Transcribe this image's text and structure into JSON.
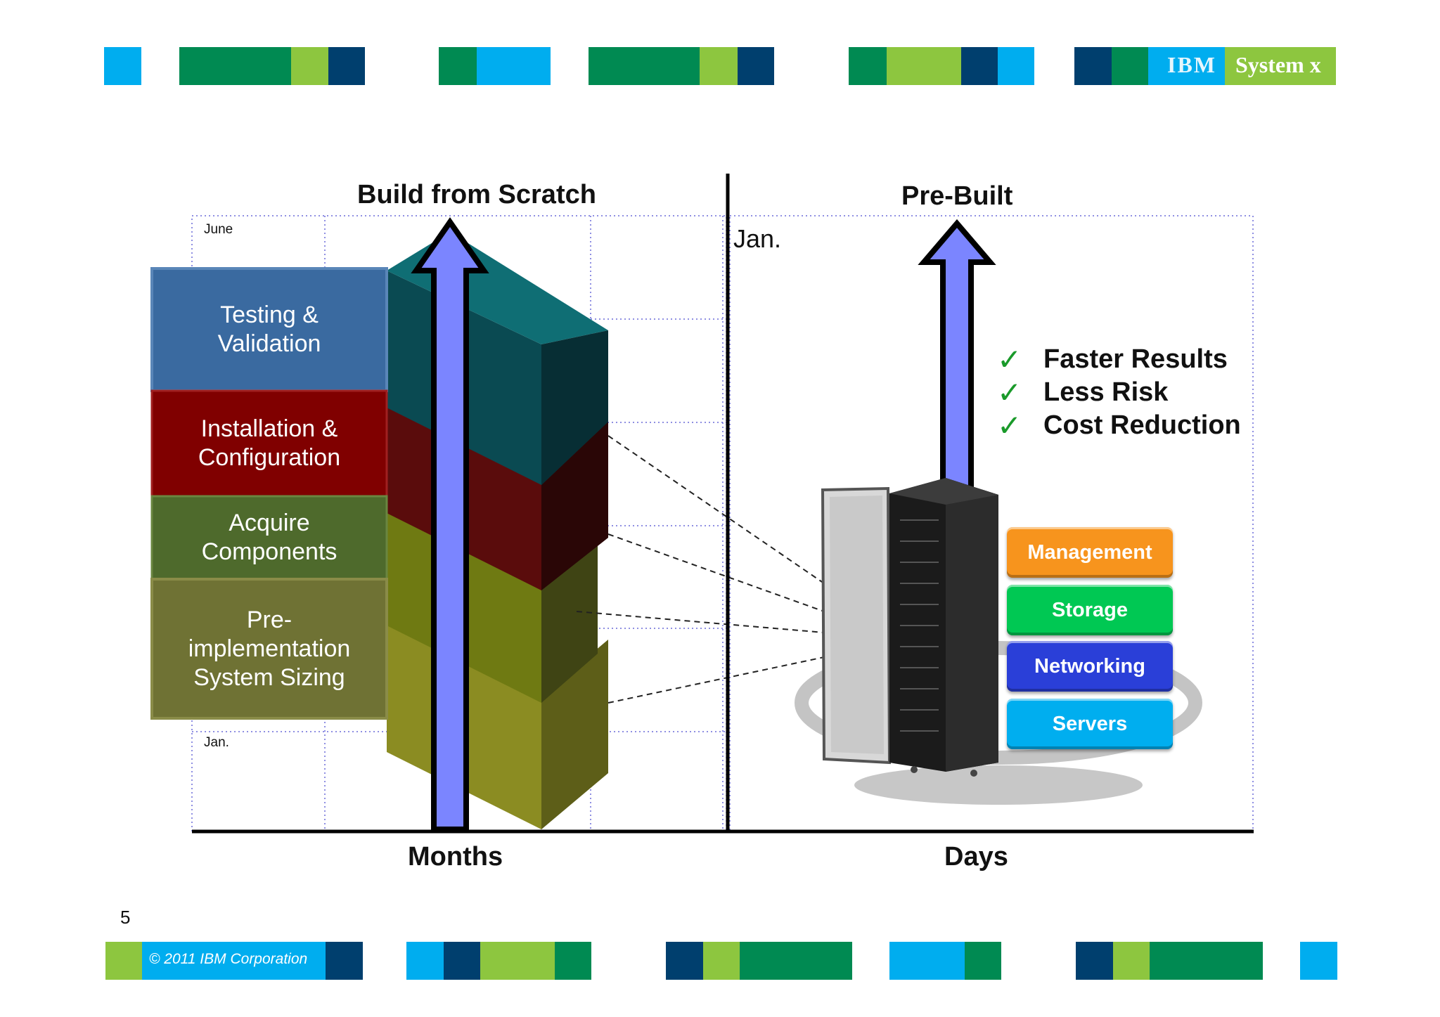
{
  "brand": {
    "company": "IBM",
    "product": "System x",
    "copyright": "© 2011 IBM Corporation",
    "slide_number": "5"
  },
  "colors": {
    "cyan": "#00adef",
    "green": "#008a52",
    "lime": "#8dc63f",
    "navy": "#003f6e"
  },
  "left_panel": {
    "title": "Build from Scratch",
    "axis_label": "Months",
    "top_label": "June",
    "bottom_label": "Jan.",
    "blocks": [
      {
        "label": "Testing &\nValidation",
        "color": "#3a6aa0"
      },
      {
        "label": "Installation &\nConfiguration",
        "color": "#800000"
      },
      {
        "label": "Acquire\nComponents",
        "color": "#4e6a2c"
      },
      {
        "label": "Pre-\nimplementation\nSystem Sizing",
        "color": "#6f7234"
      }
    ]
  },
  "right_panel": {
    "title": "Pre-Built",
    "axis_label": "Days",
    "top_label": "Jan.",
    "benefits": [
      {
        "check": "✓",
        "text": "Faster Results"
      },
      {
        "check": "✓",
        "text": "Less Risk"
      },
      {
        "check": "✓",
        "text": "Cost Reduction"
      }
    ],
    "stack": [
      {
        "label": "Management",
        "color": "#f7941d"
      },
      {
        "label": "Storage",
        "color": "#00c853"
      },
      {
        "label": "Networking",
        "color": "#2a3fd8"
      },
      {
        "label": "Servers",
        "color": "#00aeef"
      }
    ]
  }
}
